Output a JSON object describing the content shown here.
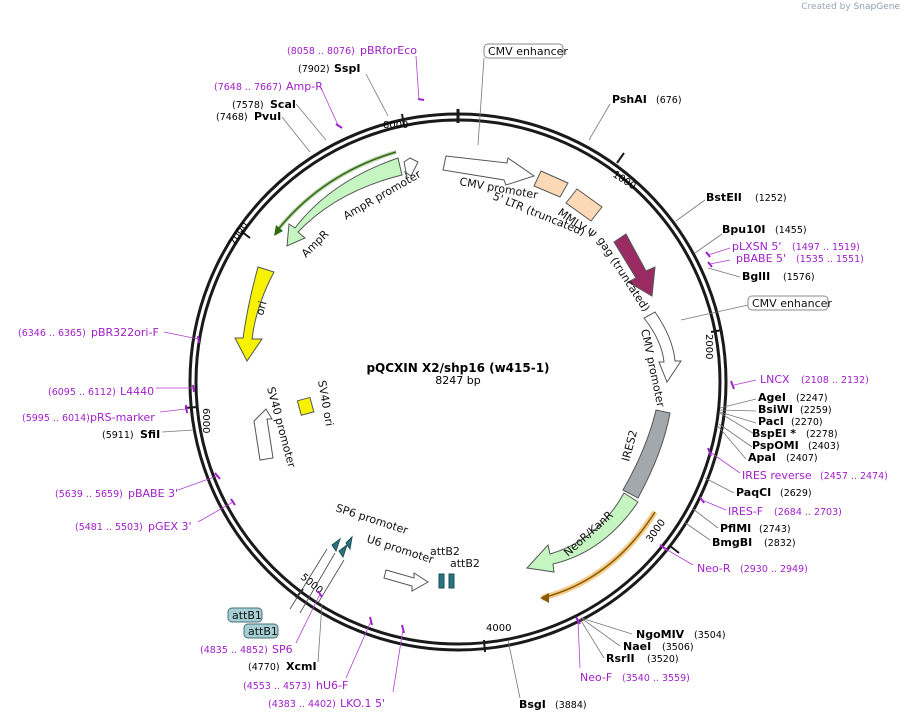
{
  "credit": {
    "prefix": "Created by",
    "brand": "SnapGene"
  },
  "plasmid": {
    "name": "pQCXIN X2/shp16 (w415-1)",
    "length_label": "8247 bp"
  },
  "ticks": [
    {
      "label": "1000",
      "pos": 1000
    },
    {
      "label": "2000",
      "pos": 2000
    },
    {
      "label": "3000",
      "pos": 3000
    },
    {
      "label": "4000",
      "pos": 4000
    },
    {
      "label": "5000",
      "pos": 5000
    },
    {
      "label": "6000",
      "pos": 6000
    },
    {
      "label": "7000",
      "pos": 7000
    },
    {
      "label": "8000",
      "pos": 8000
    }
  ],
  "sites": [
    {
      "name": "PshAI",
      "pos": "(676)"
    },
    {
      "name": "BstEII",
      "pos": "(1252)"
    },
    {
      "name": "Bpu10I",
      "pos": "(1455)"
    },
    {
      "name": "BglII",
      "pos": "(1576)"
    },
    {
      "name": "AgeI",
      "pos": "(2247)"
    },
    {
      "name": "BsiWI",
      "pos": "(2259)"
    },
    {
      "name": "PacI",
      "pos": "(2270)"
    },
    {
      "name": "BspEI *",
      "pos": "(2278)"
    },
    {
      "name": "PspOMI",
      "pos": "(2403)"
    },
    {
      "name": "ApaI",
      "pos": "(2407)"
    },
    {
      "name": "PaqCI",
      "pos": "(2629)"
    },
    {
      "name": "PflMI",
      "pos": "(2743)"
    },
    {
      "name": "BmgBI",
      "pos": "(2832)"
    },
    {
      "name": "NgoMIV",
      "pos": "(3504)"
    },
    {
      "name": "NaeI",
      "pos": "(3506)"
    },
    {
      "name": "RsrII",
      "pos": "(3520)"
    },
    {
      "name": "BsgI",
      "pos": "(3884)"
    },
    {
      "name": "XcmI",
      "pos": "(4770)"
    },
    {
      "name": "SfiI",
      "pos": "(5911)"
    },
    {
      "name": "PvuI",
      "pos": "(7468)"
    },
    {
      "name": "ScaI",
      "pos": "(7578)"
    },
    {
      "name": "SspI",
      "pos": "(7902)"
    }
  ],
  "primers": [
    {
      "name": "pLXSN 5'",
      "range": "(1497 .. 1519)"
    },
    {
      "name": "pBABE 5'",
      "range": "(1535 .. 1551)"
    },
    {
      "name": "LNCX",
      "range": "(2108 .. 2132)"
    },
    {
      "name": "IRES reverse",
      "range": "(2457 .. 2474)"
    },
    {
      "name": "IRES-F",
      "range": "(2684 .. 2703)"
    },
    {
      "name": "Neo-R",
      "range": "(2930 .. 2949)"
    },
    {
      "name": "Neo-F",
      "range": "(3540 .. 3559)"
    },
    {
      "name": "LKO.1 5'",
      "range": "(4383 .. 4402)"
    },
    {
      "name": "hU6-F",
      "range": "(4553 .. 4573)"
    },
    {
      "name": "SP6",
      "range": "(4835 .. 4852)"
    },
    {
      "name": "pGEX 3'",
      "range": "(5481 .. 5503)"
    },
    {
      "name": "pBABE 3'",
      "range": "(5639 .. 5659)"
    },
    {
      "name": "pRS-marker",
      "range": "(5995 .. 6014)"
    },
    {
      "name": "L4440",
      "range": "(6095 .. 6112)"
    },
    {
      "name": "pBR322ori-F",
      "range": "(6346 .. 6365)"
    },
    {
      "name": "Amp-R",
      "range": "(7648 .. 7667)"
    },
    {
      "name": "pBRforEco",
      "range": "(8058 .. 8076)"
    }
  ],
  "features": {
    "cmv_enhancer_top": "CMV enhancer",
    "cmv_enhancer_right": "CMV enhancer",
    "cmv_promoter_1": "CMV promoter",
    "ltr": "5' LTR (truncated)",
    "mmlv_psi": "MMLV Ψ",
    "gag": "gag (truncated)",
    "cmv_promoter_2": "CMV promoter",
    "ires2": "IRES2",
    "neo": "NeoR/KanR",
    "sp6": "SP6 promoter",
    "u6": "U6 promoter",
    "attb2_a": "attB2",
    "attb2_b": "attB2",
    "attb1_a": "attB1",
    "attb1_b": "attB1",
    "sv40_ori": "SV40 ori",
    "sv40_promoter": "SV40 promoter",
    "ori": "ori",
    "ampr": "AmpR",
    "ampr_promoter": "AmpR promoter"
  },
  "colors": {
    "backbone": "#1a1a1a",
    "primer": "#a020c8",
    "promoter_fill": "#ffffff",
    "ltr_fill": "#fcd9b6",
    "gag_fill": "#9b2c63",
    "ires_fill": "#a3a8ad",
    "marker_fill": "#c5f5c0",
    "ori_fill": "#f7f300",
    "attb_fill": "#a6cfd5",
    "trans_fill": "#2a7380"
  }
}
